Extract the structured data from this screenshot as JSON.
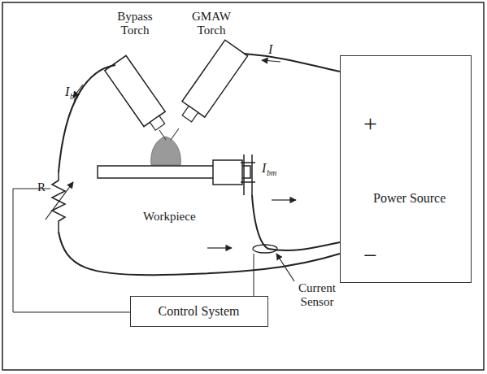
{
  "diagram": {
    "nodes": [
      {
        "text": [
          "+",
          "Power Source",
          "−"
        ]
      },
      {
        "text": [
          "Control System"
        ]
      }
    ],
    "labels": [
      "Bypass Torch",
      "GMAW Torch",
      "I",
      "I",
      "bp",
      "R",
      "Workpiece",
      "I",
      "bm",
      "Current Sensor"
    ]
  }
}
